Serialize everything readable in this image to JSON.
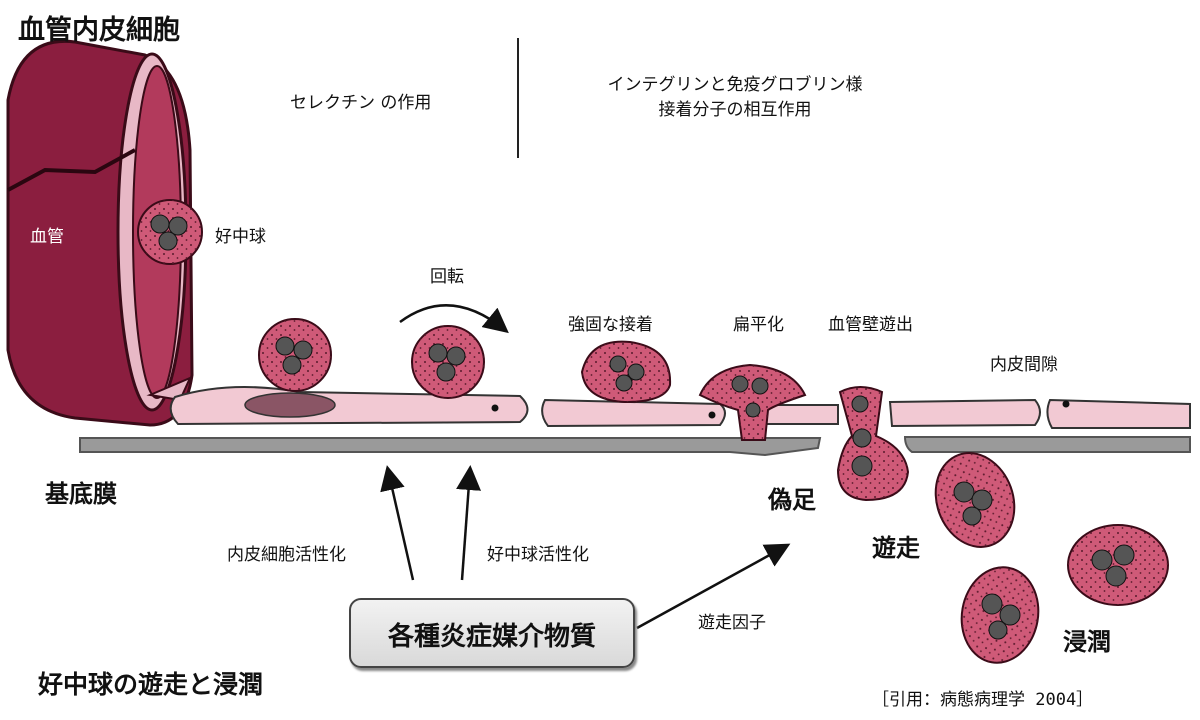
{
  "colors": {
    "vessel": "#8b1e3f",
    "vessel_inner": "#b23a5c",
    "cell_fill": "#cf5a78",
    "nucleus": "#555555",
    "endothelium": "#f2c9d3",
    "membrane": "#8a8a8a"
  },
  "labels": {
    "title_endothelial": "血管内皮細胞",
    "vessel": "血管",
    "neutrophil": "好中球",
    "selectin": "セレクチン の作用",
    "integrin_line1": "インテグリンと免疫グロブリン様",
    "integrin_line2": "接着分子の相互作用",
    "rolling": "回転",
    "firm_adhesion": "強固な接着",
    "flattening": "扁平化",
    "extravasation": "血管壁遊出",
    "intercellular_gap": "内皮間隙",
    "basement_membrane": "基底膜",
    "pseudopod": "偽足",
    "migration": "遊走",
    "infiltration": "浸潤",
    "endothelial_activation": "内皮細胞活性化",
    "neutrophil_activation": "好中球活性化",
    "mediators": "各種炎症媒介物質",
    "migration_factor": "遊走因子",
    "figure_title": "好中球の遊走と浸潤",
    "citation": "［引用：病態病理学 2004］"
  }
}
